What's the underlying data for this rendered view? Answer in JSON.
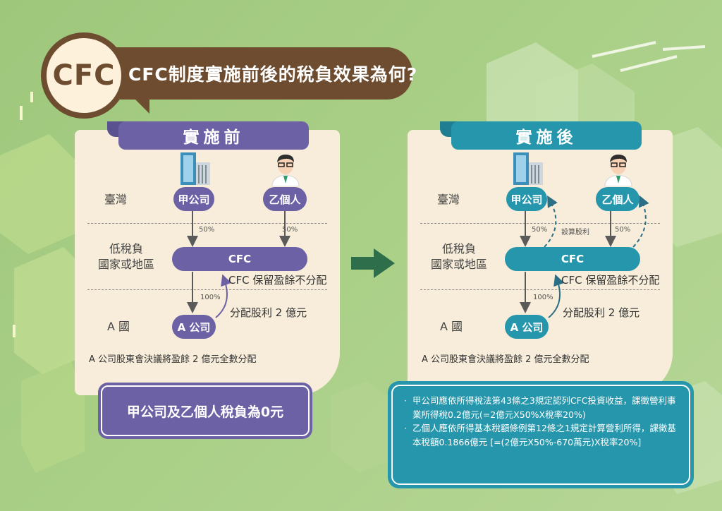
{
  "header": {
    "badge": "CFC",
    "title": "CFC制度實施前後的稅負效果為何?"
  },
  "before": {
    "head": "實施前",
    "rows": {
      "taiwan": "臺灣",
      "low_tax": "低稅負\n國家或地區",
      "country_a": "A 國"
    },
    "company_a": "甲公司",
    "person_b": "乙個人",
    "cfc": "CFC",
    "a_company": "A 公司",
    "pct_left": "50%",
    "pct_right": "50%",
    "pct_down": "100%",
    "retain_note": "CFC 保留盈餘不分配",
    "dividend_note": "分配股利 2 億元",
    "footer": "A 公司股東會決議將盈餘 2 億元全數分配",
    "result": "甲公司及乙個人稅負為0元"
  },
  "after": {
    "head": "實施後",
    "rows": {
      "taiwan": "臺灣",
      "low_tax": "低稅負\n國家或地區",
      "country_a": "A 國"
    },
    "company_a": "甲公司",
    "person_b": "乙個人",
    "cfc": "CFC",
    "a_company": "A 公司",
    "pct_left": "50%",
    "pct_right": "50%",
    "pct_down": "100%",
    "deemed": "設算股利",
    "retain_note": "CFC 保留盈餘不分配",
    "dividend_note": "分配股利 2 億元",
    "footer": "A 公司股東會決議將盈餘 2 億元全數分配",
    "bullets": [
      "甲公司應依所得稅法第43條之3規定認列CFC投資收益，課徵營利事業所得稅0.2億元(=2億元X50%X稅率20%)",
      "乙個人應依所得基本稅額條例第12條之1規定計算營利所得，課徵基本稅額0.1866億元 [=(2億元X50%-670萬元)X稅率20%]"
    ]
  },
  "icons": {
    "building": "office-building-icon",
    "person": "businessman-icon",
    "arrow": "right-arrow-icon"
  },
  "colors": {
    "brown": "#6d4c2f",
    "purple": "#6b61a4",
    "teal": "#2696ac",
    "cream": "#f7edda",
    "arrow_green": "#2f6e4a"
  }
}
